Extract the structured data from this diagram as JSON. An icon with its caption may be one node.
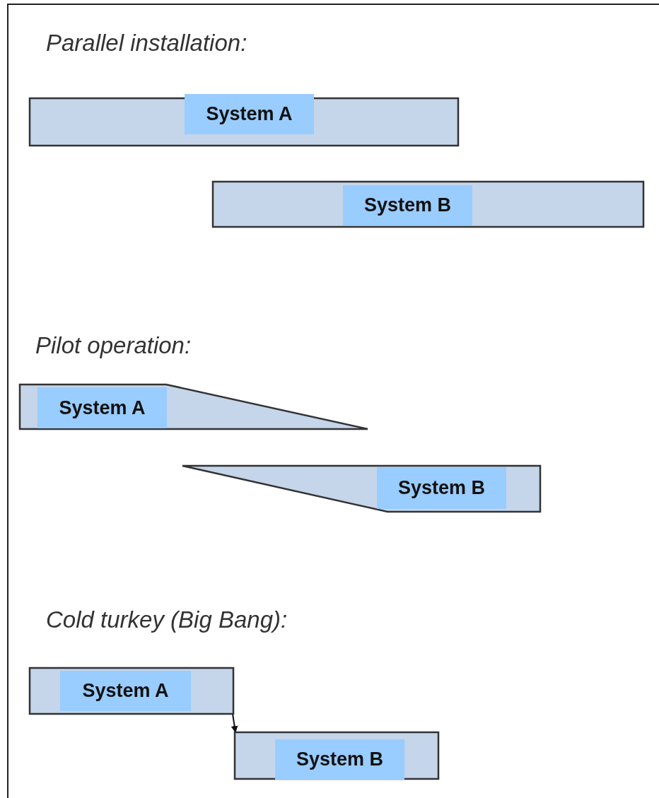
{
  "diagram": {
    "nodes": [
      {
        "text": [
          "System A"
        ]
      },
      {
        "text": [
          "System B"
        ]
      },
      {
        "text": [
          "System A"
        ]
      },
      {
        "text": [
          "System B"
        ]
      },
      {
        "text": [
          "System A"
        ]
      },
      {
        "text": [
          "System B"
        ]
      }
    ],
    "edges": [
      {
        "from": 4,
        "to": 5,
        "arrow": "to"
      }
    ],
    "labels": [
      "Parallel installation:",
      "Pilot operation:",
      "Cold turkey (Big Bang):"
    ]
  }
}
